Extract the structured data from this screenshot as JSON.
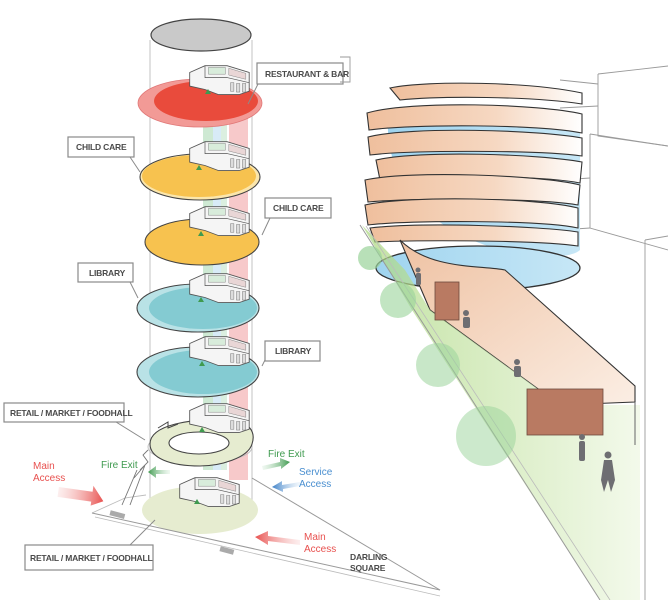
{
  "diagram": {
    "title": "Vertical section exploded floor plan and perspective",
    "floors": [
      {
        "id": "roof",
        "label": "",
        "color": "#c9c9c9"
      },
      {
        "id": "restaurant",
        "label": "RESTAURANT & BAR",
        "color": "#e94b3c",
        "ring_color": "#f29a96"
      },
      {
        "id": "childcare-1",
        "label": "CHILD CARE",
        "color": "#f7c24f",
        "ring_color": "#f9dd9a"
      },
      {
        "id": "childcare-2",
        "label": "CHILD CARE",
        "color": "#f7c24f",
        "ring_color": "#f9dd9a"
      },
      {
        "id": "library-1",
        "label": "LIBRARY",
        "color": "#84cbd2",
        "ring_color": "#b9e2e6"
      },
      {
        "id": "library-2",
        "label": "LIBRARY",
        "color": "#84cbd2",
        "ring_color": "#b9e2e6"
      },
      {
        "id": "retail-upper",
        "label": "RETAIL / MARKET / FOODHALL",
        "color": "#e6ecd0"
      },
      {
        "id": "retail-ground",
        "label": "RETAIL / MARKET / FOODHALL",
        "color": "#e6ecd0"
      }
    ],
    "annotations": {
      "fire_exit_left": "Fire Exit",
      "fire_exit_right": "Fire Exit",
      "service_access_1": "Service",
      "service_access_2": "Access",
      "main_access_left_1": "Main",
      "main_access_left_2": "Access",
      "main_access_right_1": "Main",
      "main_access_right_2": "Access",
      "darling_square_1": "DARLING",
      "darling_square_2": "SQUARE"
    },
    "colors": {
      "fire_exit": "#3f9a4f",
      "service_access": "#4a8fd0",
      "main_access": "#e8514f",
      "building_band": "#f2c9ab",
      "glazing": "#a9d8ef",
      "tree": "#9ad39a",
      "ground_green": "#a8d57c",
      "brick": "#b97a62"
    }
  }
}
